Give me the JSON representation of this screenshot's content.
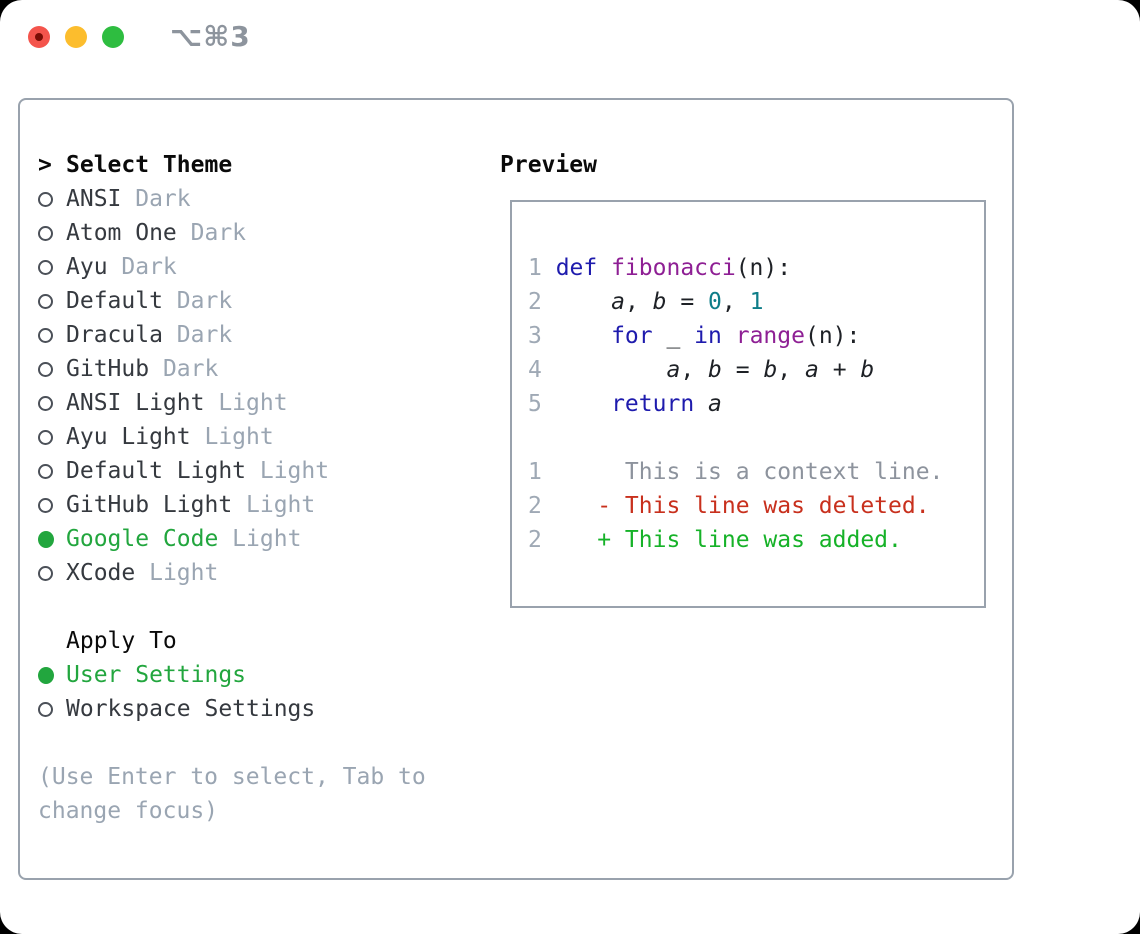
{
  "titlebar": {
    "shortcut_label": "⌥⌘3",
    "buttons": [
      "close",
      "minimize",
      "zoom"
    ]
  },
  "colors": {
    "green": "#22a63e",
    "bullet": "#4b5058",
    "item": "#35393f",
    "variant": "#9aa5b2",
    "help": "#9aa5b2",
    "border": "#99a2ad",
    "header": "#0a0a0a",
    "kw": "#1e1bad",
    "fn": "#8e1f94",
    "num": "#0e7d88",
    "pl": "#1e2126",
    "gutter": "#9fa9b5",
    "ctx": "#8d939d",
    "del": "#c8301d",
    "add": "#16b228",
    "title_gray": "#8d949d",
    "red_light": "#f4544c",
    "red_dot": "#7a0d05",
    "yellow_light": "#fcbd2d",
    "green_light": "#2ebd40"
  },
  "theme_list": {
    "header_prefix": ">",
    "header": "Select Theme",
    "items": [
      {
        "name": "ANSI",
        "variant": "Dark",
        "selected": false
      },
      {
        "name": "Atom One",
        "variant": "Dark",
        "selected": false
      },
      {
        "name": "Ayu",
        "variant": "Dark",
        "selected": false
      },
      {
        "name": "Default",
        "variant": "Dark",
        "selected": false
      },
      {
        "name": "Dracula",
        "variant": "Dark",
        "selected": false
      },
      {
        "name": "GitHub",
        "variant": "Dark",
        "selected": false
      },
      {
        "name": "ANSI Light",
        "variant": "Light",
        "selected": false
      },
      {
        "name": "Ayu Light",
        "variant": "Light",
        "selected": false
      },
      {
        "name": "Default Light",
        "variant": "Light",
        "selected": false
      },
      {
        "name": "GitHub Light",
        "variant": "Light",
        "selected": false
      },
      {
        "name": "Google Code",
        "variant": "Light",
        "selected": true
      },
      {
        "name": "XCode",
        "variant": "Light",
        "selected": false
      }
    ]
  },
  "apply_to": {
    "header": "Apply To",
    "options": [
      {
        "label": "User Settings",
        "selected": true
      },
      {
        "label": "Workspace Settings",
        "selected": false
      }
    ]
  },
  "help": {
    "lines": [
      "(Use Enter to select, Tab to",
      "change focus)"
    ]
  },
  "preview": {
    "title": "Preview",
    "lines": [
      {
        "num": "",
        "tokens": []
      },
      {
        "num": "1",
        "tokens": [
          {
            "t": "def ",
            "c": "kw"
          },
          {
            "t": "fibonacci",
            "c": "fn"
          },
          {
            "t": "(n):",
            "c": "pl"
          }
        ]
      },
      {
        "num": "2",
        "tokens": [
          {
            "t": "    ",
            "c": "pl"
          },
          {
            "t": "a",
            "c": "var"
          },
          {
            "t": ", ",
            "c": "pl"
          },
          {
            "t": "b",
            "c": "var"
          },
          {
            "t": " = ",
            "c": "pl"
          },
          {
            "t": "0",
            "c": "num"
          },
          {
            "t": ", ",
            "c": "pl"
          },
          {
            "t": "1",
            "c": "num"
          }
        ]
      },
      {
        "num": "3",
        "tokens": [
          {
            "t": "    ",
            "c": "pl"
          },
          {
            "t": "for",
            "c": "kw"
          },
          {
            "t": " _ ",
            "c": "pl"
          },
          {
            "t": "in",
            "c": "kw"
          },
          {
            "t": " ",
            "c": "pl"
          },
          {
            "t": "range",
            "c": "fn"
          },
          {
            "t": "(n):",
            "c": "pl"
          }
        ]
      },
      {
        "num": "4",
        "tokens": [
          {
            "t": "        ",
            "c": "pl"
          },
          {
            "t": "a",
            "c": "var"
          },
          {
            "t": ", ",
            "c": "pl"
          },
          {
            "t": "b",
            "c": "var"
          },
          {
            "t": " = ",
            "c": "pl"
          },
          {
            "t": "b",
            "c": "var"
          },
          {
            "t": ", ",
            "c": "pl"
          },
          {
            "t": "a",
            "c": "var"
          },
          {
            "t": " + ",
            "c": "pl"
          },
          {
            "t": "b",
            "c": "var"
          }
        ]
      },
      {
        "num": "5",
        "tokens": [
          {
            "t": "    ",
            "c": "pl"
          },
          {
            "t": "return",
            "c": "kw"
          },
          {
            "t": " ",
            "c": "pl"
          },
          {
            "t": "a",
            "c": "var"
          }
        ]
      },
      {
        "num": "",
        "tokens": []
      },
      {
        "num": "1",
        "tokens": [
          {
            "t": "     This is a context line.",
            "c": "ctx"
          }
        ]
      },
      {
        "num": "2",
        "tokens": [
          {
            "t": "   - This line was deleted.",
            "c": "del"
          }
        ]
      },
      {
        "num": "2",
        "tokens": [
          {
            "t": "   + This line was added.",
            "c": "add"
          }
        ]
      },
      {
        "num": "",
        "tokens": []
      }
    ]
  }
}
